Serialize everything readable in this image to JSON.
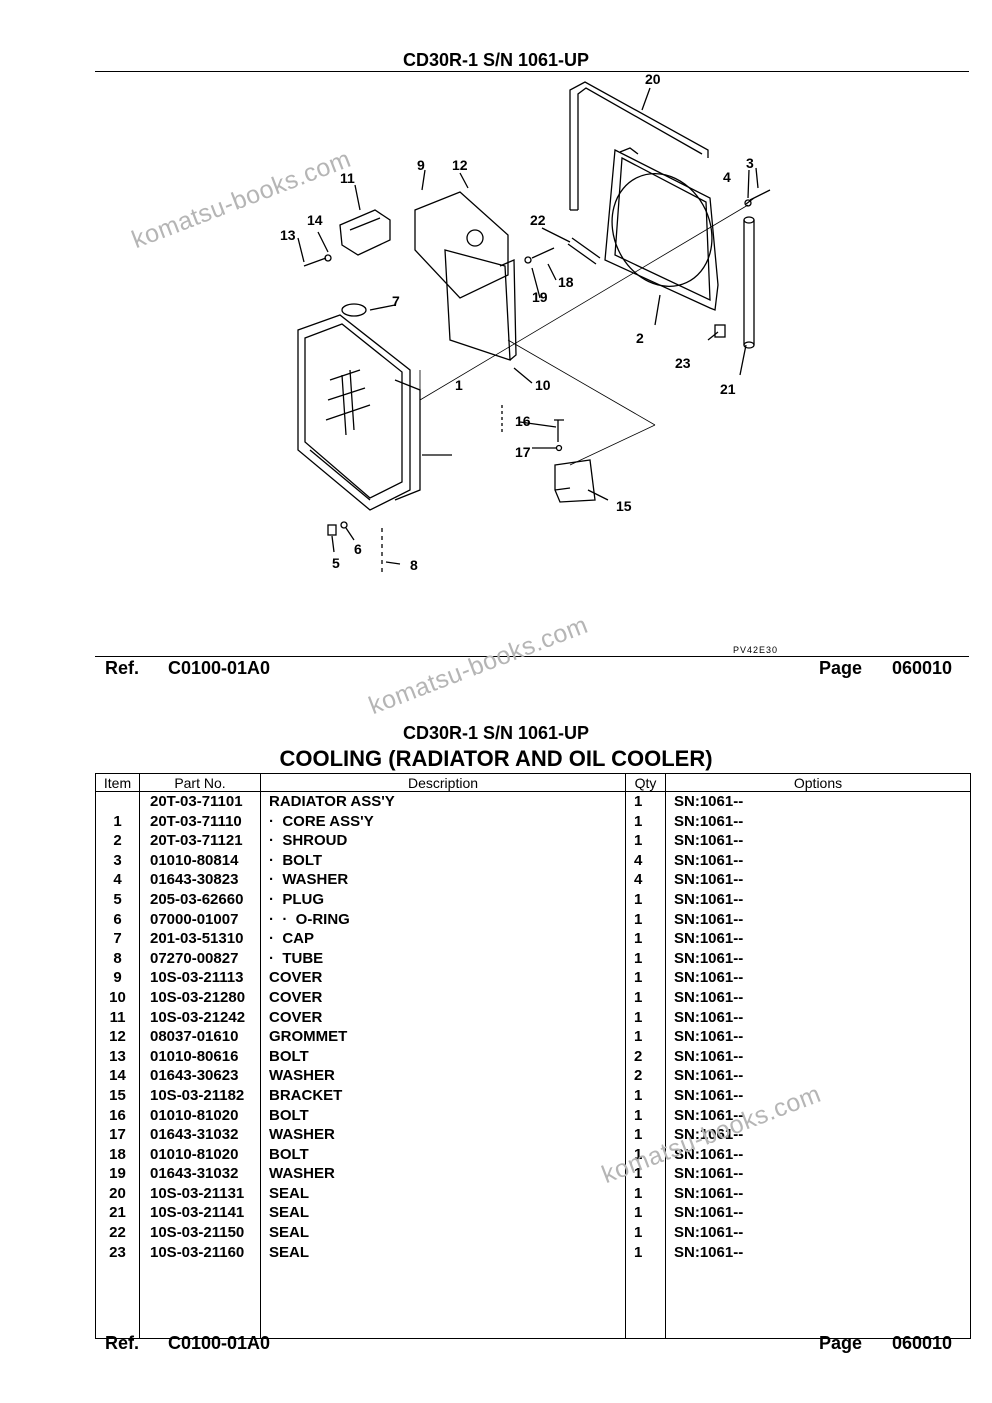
{
  "top": {
    "model": "CD30R-1 S/N 1061-UP",
    "diagram_code": "PV42E30",
    "footer": {
      "ref_label": "Ref.",
      "ref_code": "C0100-01A0",
      "page_label": "Page",
      "page_no": "060010"
    }
  },
  "diagram_labels": [
    "1",
    "2",
    "3",
    "4",
    "5",
    "6",
    "7",
    "8",
    "9",
    "10",
    "11",
    "12",
    "13",
    "14",
    "15",
    "16",
    "17",
    "18",
    "19",
    "20",
    "21",
    "22",
    "23"
  ],
  "watermarks": [
    "komatsu-books.com",
    "komatsu-books.com",
    "komatsu-books.com"
  ],
  "bottom": {
    "model": "CD30R-1 S/N 1061-UP",
    "title": "COOLING (RADIATOR AND OIL COOLER)",
    "columns": [
      "Item",
      "Part No.",
      "Description",
      "Qty",
      "Options"
    ],
    "rows": [
      {
        "item": "",
        "part": "20T-03-71101",
        "desc": "RADIATOR ASS'Y",
        "qty": "1",
        "opt": "SN:1061--"
      },
      {
        "item": "1",
        "part": "20T-03-71110",
        "desc": "·  CORE ASS'Y",
        "qty": "1",
        "opt": "SN:1061--"
      },
      {
        "item": "2",
        "part": "20T-03-71121",
        "desc": "·  SHROUD",
        "qty": "1",
        "opt": "SN:1061--"
      },
      {
        "item": "3",
        "part": "01010-80814",
        "desc": "·  BOLT",
        "qty": "4",
        "opt": "SN:1061--"
      },
      {
        "item": "4",
        "part": "01643-30823",
        "desc": "·  WASHER",
        "qty": "4",
        "opt": "SN:1061--"
      },
      {
        "item": "5",
        "part": "205-03-62660",
        "desc": "·  PLUG",
        "qty": "1",
        "opt": "SN:1061--"
      },
      {
        "item": "6",
        "part": "07000-01007",
        "desc": "·  ·  O-RING",
        "qty": "1",
        "opt": "SN:1061--"
      },
      {
        "item": "7",
        "part": "201-03-51310",
        "desc": "·  CAP",
        "qty": "1",
        "opt": "SN:1061--"
      },
      {
        "item": "8",
        "part": "07270-00827",
        "desc": "·  TUBE",
        "qty": "1",
        "opt": "SN:1061--"
      },
      {
        "item": "9",
        "part": "10S-03-21113",
        "desc": "COVER",
        "qty": "1",
        "opt": "SN:1061--"
      },
      {
        "item": "10",
        "part": "10S-03-21280",
        "desc": "COVER",
        "qty": "1",
        "opt": "SN:1061--"
      },
      {
        "item": "11",
        "part": "10S-03-21242",
        "desc": "COVER",
        "qty": "1",
        "opt": "SN:1061--"
      },
      {
        "item": "12",
        "part": "08037-01610",
        "desc": "GROMMET",
        "qty": "1",
        "opt": "SN:1061--"
      },
      {
        "item": "13",
        "part": "01010-80616",
        "desc": "BOLT",
        "qty": "2",
        "opt": "SN:1061--"
      },
      {
        "item": "14",
        "part": "01643-30623",
        "desc": "WASHER",
        "qty": "2",
        "opt": "SN:1061--"
      },
      {
        "item": "15",
        "part": "10S-03-21182",
        "desc": "BRACKET",
        "qty": "1",
        "opt": "SN:1061--"
      },
      {
        "item": "16",
        "part": "01010-81020",
        "desc": "BOLT",
        "qty": "1",
        "opt": "SN:1061--"
      },
      {
        "item": "17",
        "part": "01643-31032",
        "desc": "WASHER",
        "qty": "1",
        "opt": "SN:1061--"
      },
      {
        "item": "18",
        "part": "01010-81020",
        "desc": "BOLT",
        "qty": "1",
        "opt": "SN:1061--"
      },
      {
        "item": "19",
        "part": "01643-31032",
        "desc": "WASHER",
        "qty": "1",
        "opt": "SN:1061--"
      },
      {
        "item": "20",
        "part": "10S-03-21131",
        "desc": "SEAL",
        "qty": "1",
        "opt": "SN:1061--"
      },
      {
        "item": "21",
        "part": "10S-03-21141",
        "desc": "SEAL",
        "qty": "1",
        "opt": "SN:1061--"
      },
      {
        "item": "22",
        "part": "10S-03-21150",
        "desc": "SEAL",
        "qty": "1",
        "opt": "SN:1061--"
      },
      {
        "item": "23",
        "part": "10S-03-21160",
        "desc": "SEAL",
        "qty": "1",
        "opt": "SN:1061--"
      }
    ],
    "footer": {
      "ref_label": "Ref.",
      "ref_code": "C0100-01A0",
      "page_label": "Page",
      "page_no": "060010"
    }
  }
}
